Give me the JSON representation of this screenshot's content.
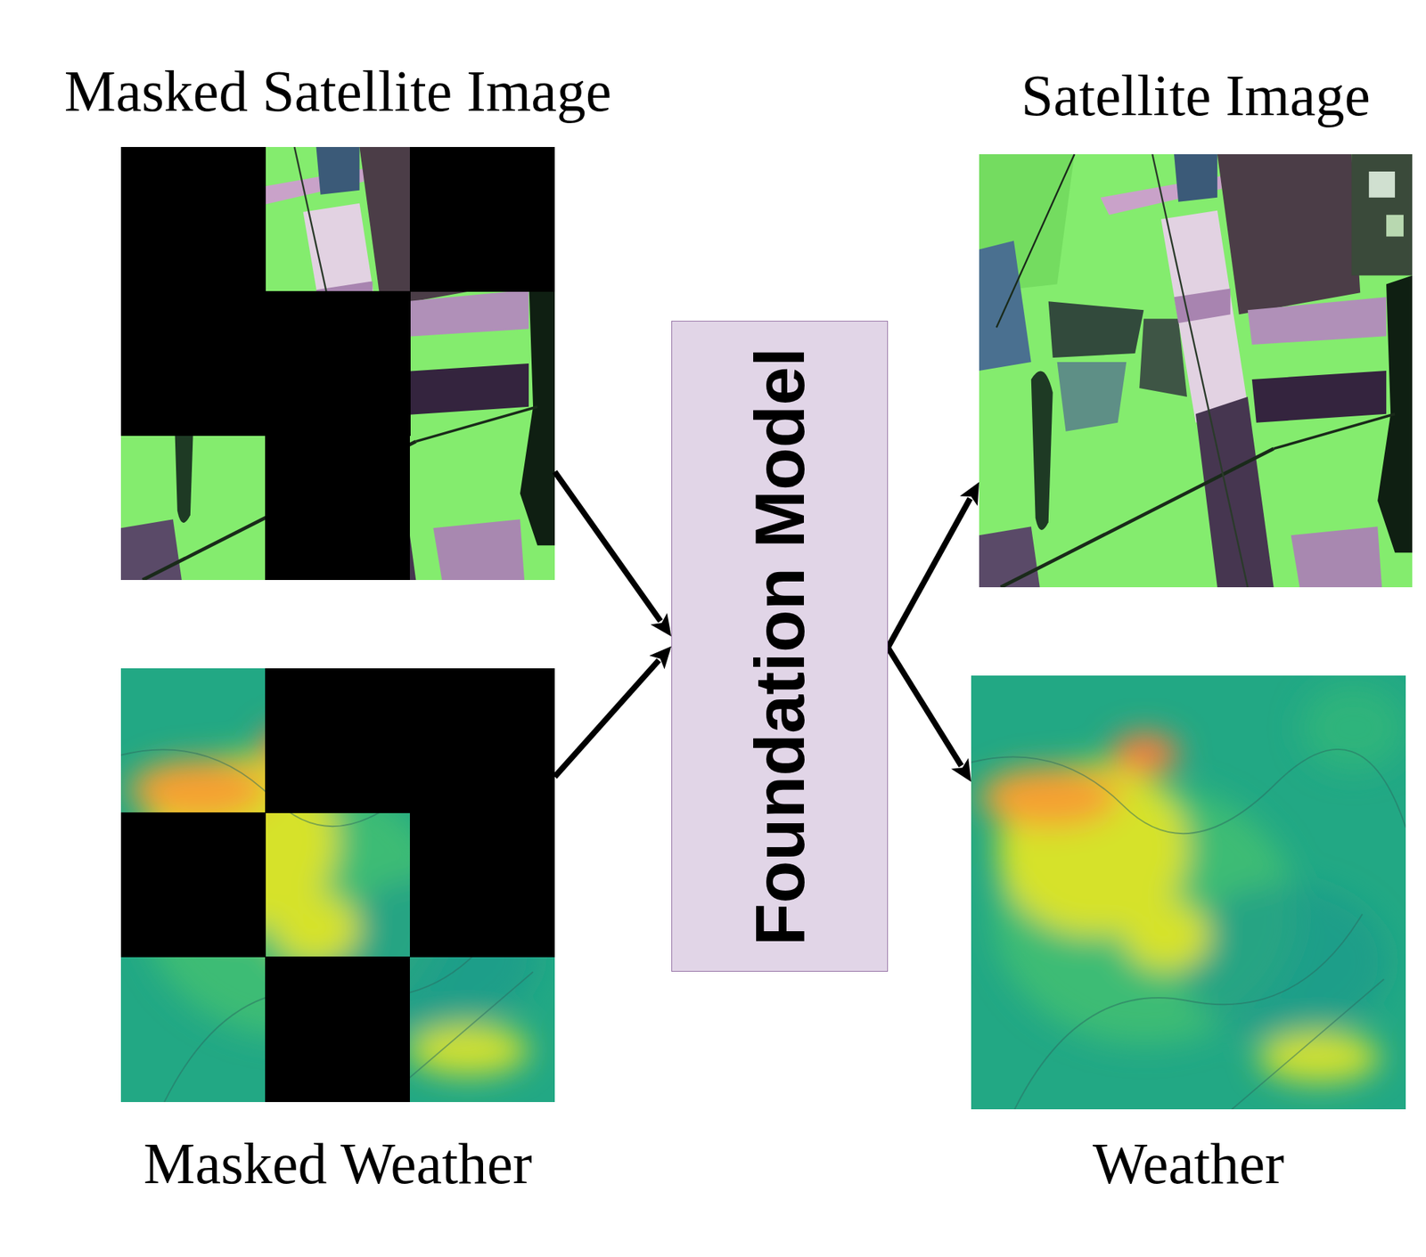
{
  "diagram": {
    "nodes": [
      {
        "text": [
          "Masked Satellite Image"
        ]
      },
      {
        "text": [
          "Masked Weather"
        ]
      },
      {
        "text": [
          "Foundation Model"
        ]
      },
      {
        "text": [
          "Satellite Image"
        ]
      },
      {
        "text": [
          "Weather"
        ]
      }
    ],
    "edges": [
      {
        "from": 0,
        "to": 2,
        "arrow": "to"
      },
      {
        "from": 1,
        "to": 2,
        "arrow": "to"
      },
      {
        "from": 2,
        "to": 3,
        "arrow": "to"
      },
      {
        "from": 2,
        "to": 4,
        "arrow": "to"
      }
    ]
  }
}
